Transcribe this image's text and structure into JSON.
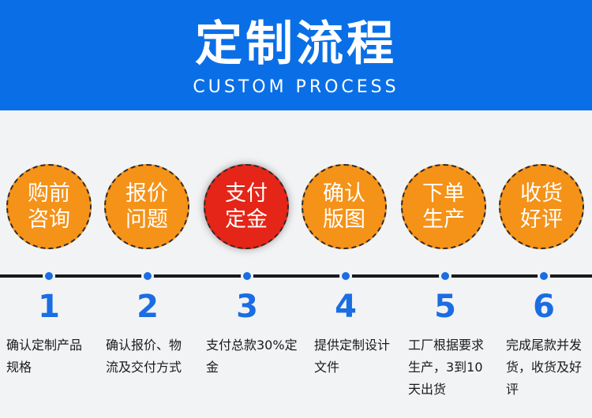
{
  "header": {
    "title": "定制流程",
    "subtitle": "CUSTOM PROCESS"
  },
  "steps": [
    {
      "line1": "购前",
      "line2": "咨询",
      "number": "1",
      "desc": "确认定制产品规格"
    },
    {
      "line1": "报价",
      "line2": "问题",
      "number": "2",
      "desc": "确认报价、物流及交付方式"
    },
    {
      "line1": "支付",
      "line2": "定金",
      "number": "3",
      "desc": "支付总款30%定金"
    },
    {
      "line1": "确认",
      "line2": "版图",
      "number": "4",
      "desc": "提供定制设计文件"
    },
    {
      "line1": "下单",
      "line2": "生产",
      "number": "5",
      "desc": "工厂根据要求生产，3到10天出货"
    },
    {
      "line1": "收货",
      "line2": "好评",
      "number": "6",
      "desc": "完成尾款并发货，收货及好评"
    }
  ],
  "colors": {
    "header": "#0a6fe6",
    "circle": "#f59218",
    "active_circle": "#e52517",
    "accent": "#1a6de2"
  }
}
